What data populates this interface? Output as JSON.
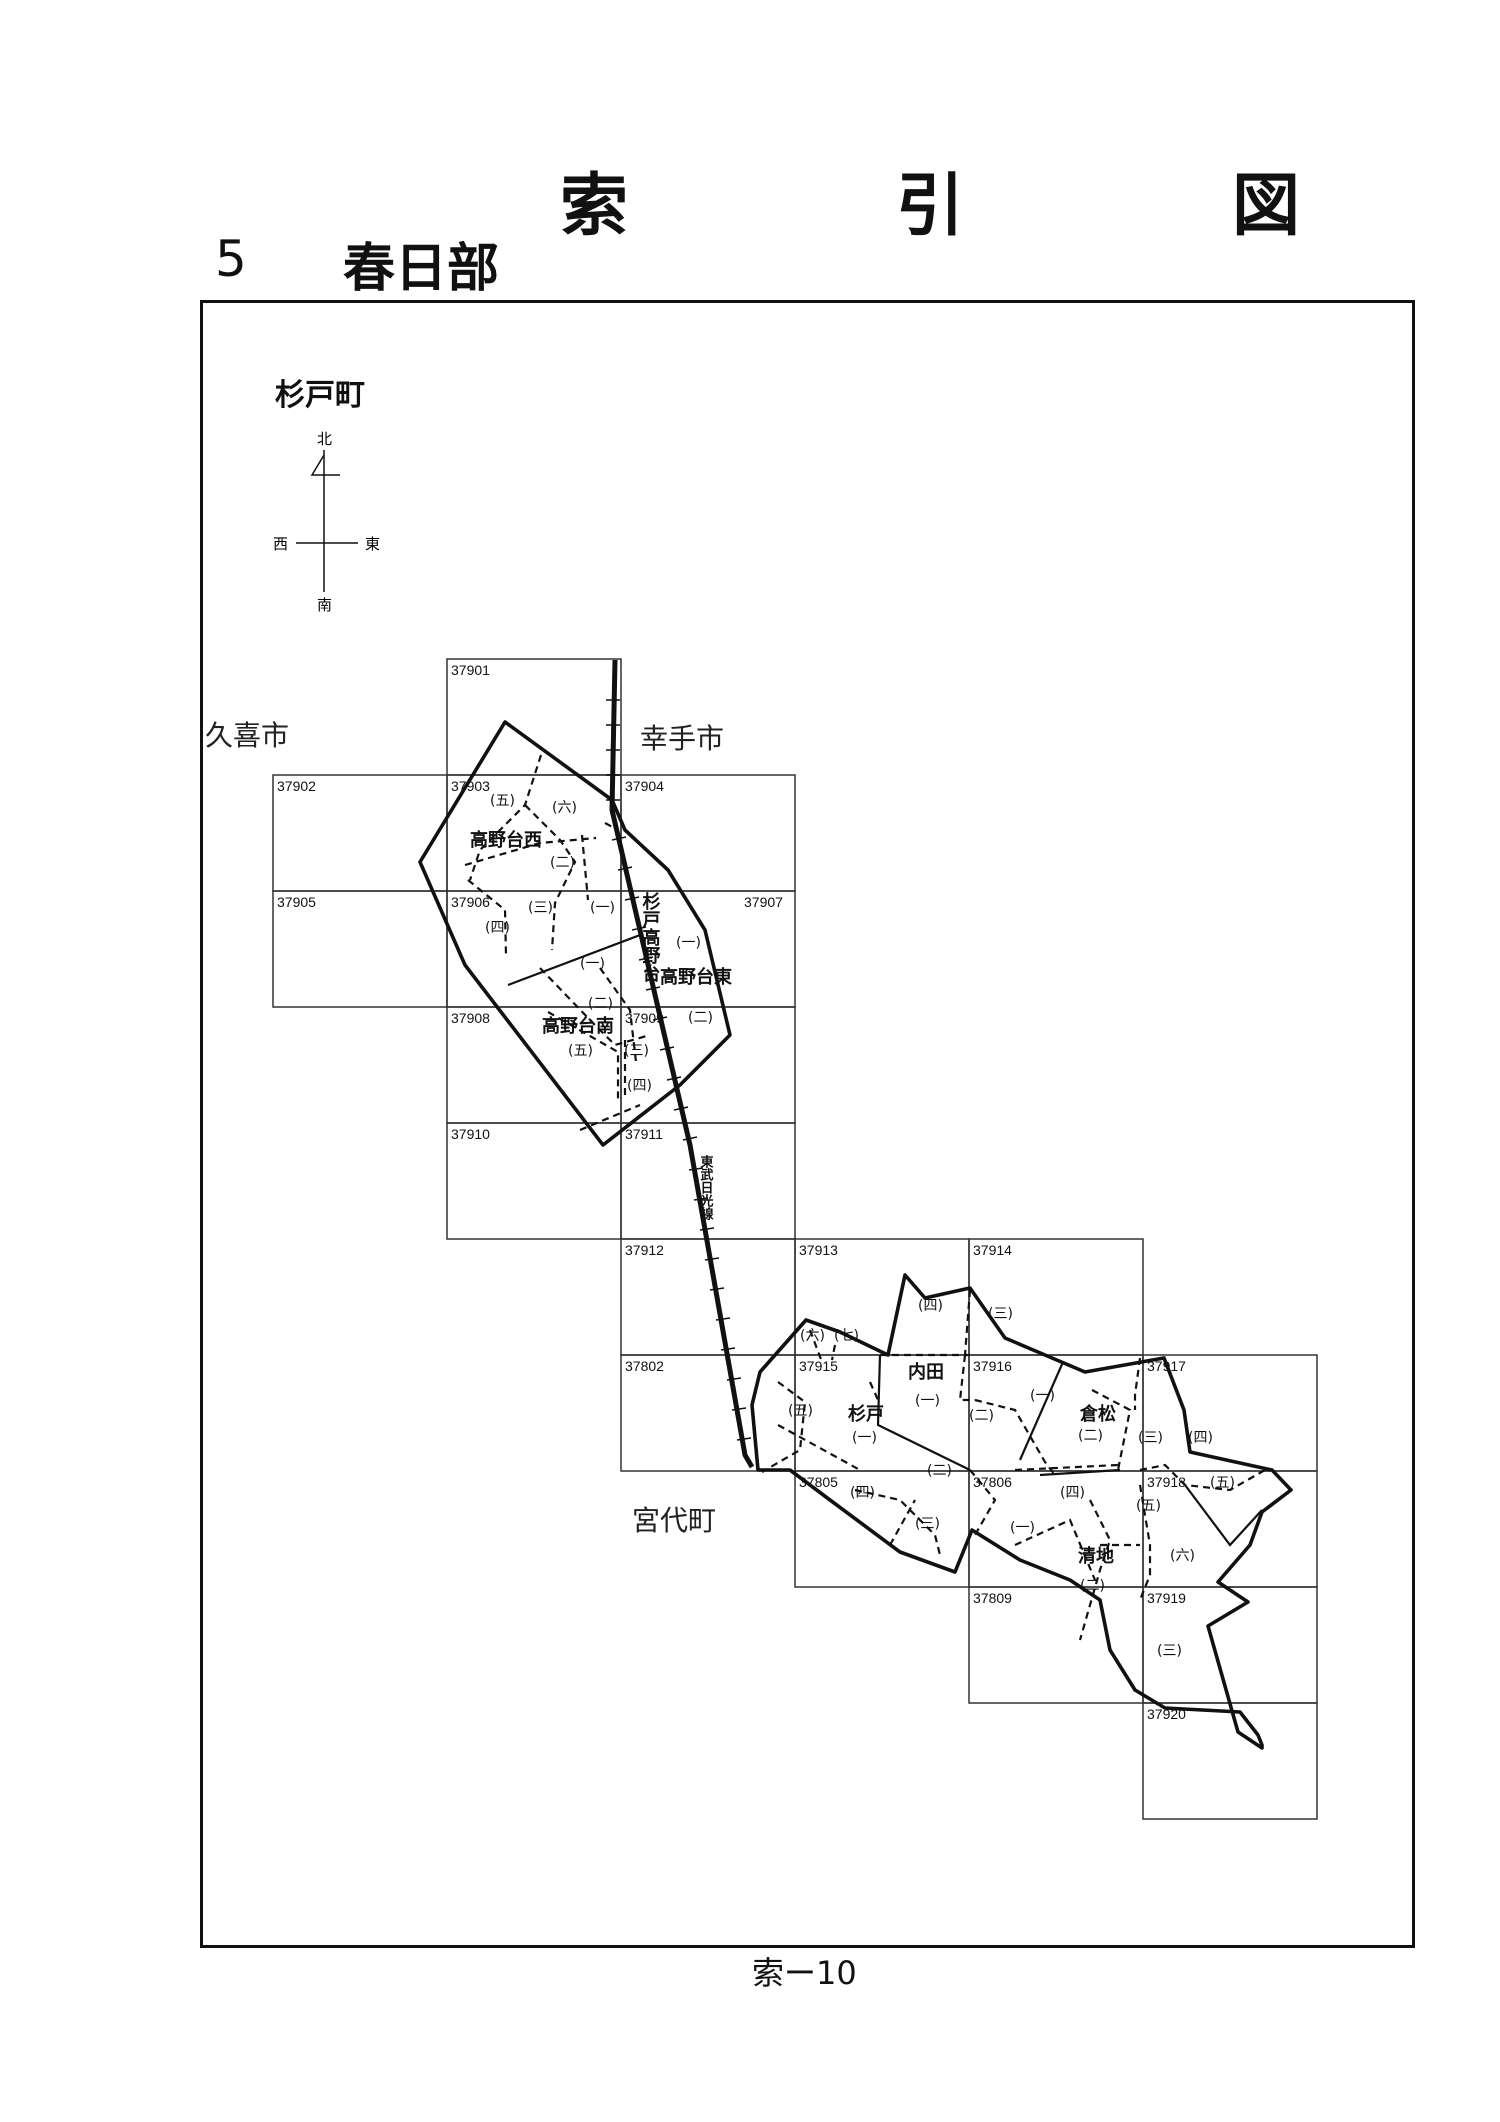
{
  "page": {
    "title": "索　引　図",
    "section_number": "5",
    "section_name": "春日部",
    "town": "杉戸町",
    "page_label": "索ー10"
  },
  "compass": {
    "north": "北",
    "south": "南",
    "east": "東",
    "west": "西"
  },
  "municipalities": [
    "久喜市",
    "幸手市",
    "宮代町"
  ],
  "railway": {
    "name": "東武日光線"
  },
  "neighborhoods": [
    "高野台西",
    "杉戸高野台",
    "高野台東",
    "高野台南",
    "内田",
    "杉戸",
    "倉松",
    "清地"
  ],
  "chome": [
    "五",
    "六",
    "二",
    "三",
    "四",
    "一",
    "七"
  ],
  "sheets": [
    "37901",
    "37902",
    "37903",
    "37904",
    "37905",
    "37906",
    "37907",
    "37908",
    "37909",
    "37910",
    "37911",
    "37912",
    "37913",
    "37914",
    "37802",
    "37915",
    "37916",
    "37917",
    "37805",
    "37806",
    "37918",
    "37809",
    "37919",
    "37920"
  ]
}
